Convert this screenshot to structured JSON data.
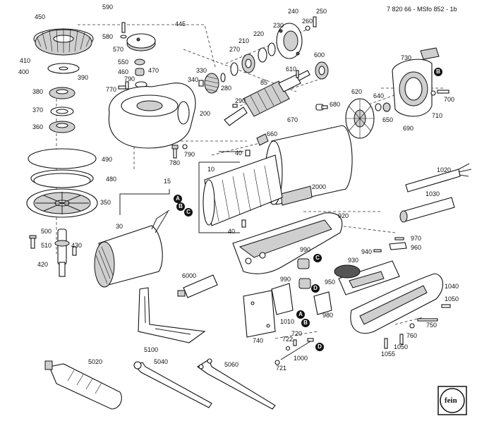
{
  "document_id": "7 820 66 - MSfo 852 - 1b",
  "brand_logo": "fein",
  "part_numbers": {
    "p450": "450",
    "p590": "590",
    "p580": "580",
    "p445": "445",
    "p240": "240",
    "p250": "250",
    "p260": "260",
    "p230": "230",
    "p220": "220",
    "p210": "210",
    "p270": "270",
    "p600": "600",
    "p570": "570",
    "p550": "550",
    "p460": "460",
    "p470": "470",
    "p410": "410",
    "p400": "400",
    "p390": "390",
    "p330": "330",
    "p340": "340",
    "p280": "280",
    "p610": "610",
    "p85": "85",
    "p730": "730",
    "p380": "380",
    "p770": "770",
    "p790a": "790",
    "p290": "290",
    "p620": "620",
    "p640": "640",
    "p700": "700",
    "p370": "370",
    "p200": "200",
    "p680": "680",
    "p650": "650",
    "p710": "710",
    "p360": "360",
    "p670": "670",
    "p690": "690",
    "p660": "660",
    "p790b": "790",
    "p780": "780",
    "p40a": "40",
    "p490": "490",
    "p10": "10",
    "p1020": "1020",
    "p480": "480",
    "p15": "15",
    "p1030": "1030",
    "p2000": "2000",
    "p350": "350",
    "p920": "920",
    "p30": "30",
    "p970": "970",
    "p500": "500",
    "p40b": "40",
    "p960": "960",
    "p510": "510",
    "p430": "430",
    "p990a": "990",
    "p940": "940",
    "p420": "420",
    "p930": "930",
    "p950": "950",
    "p6000": "6000",
    "p990b": "990",
    "p1040": "1040",
    "p1050a": "1050",
    "p980": "980",
    "p1010": "1010",
    "p750": "750",
    "p720": "720",
    "p760": "760",
    "p740": "740",
    "p722": "722",
    "p1050b": "1050",
    "p1055": "1055",
    "p5100": "5100",
    "p1000": "1000",
    "p721": "721",
    "p5020": "5020",
    "p5040": "5040",
    "p5060": "5060"
  },
  "markers": {
    "m_b_top": "B",
    "m_a1": "A",
    "m_b1": "B",
    "m_c1": "C",
    "m_c2": "C",
    "m_d1": "D",
    "m_a2": "A",
    "m_b2": "B",
    "m_d2": "D"
  }
}
